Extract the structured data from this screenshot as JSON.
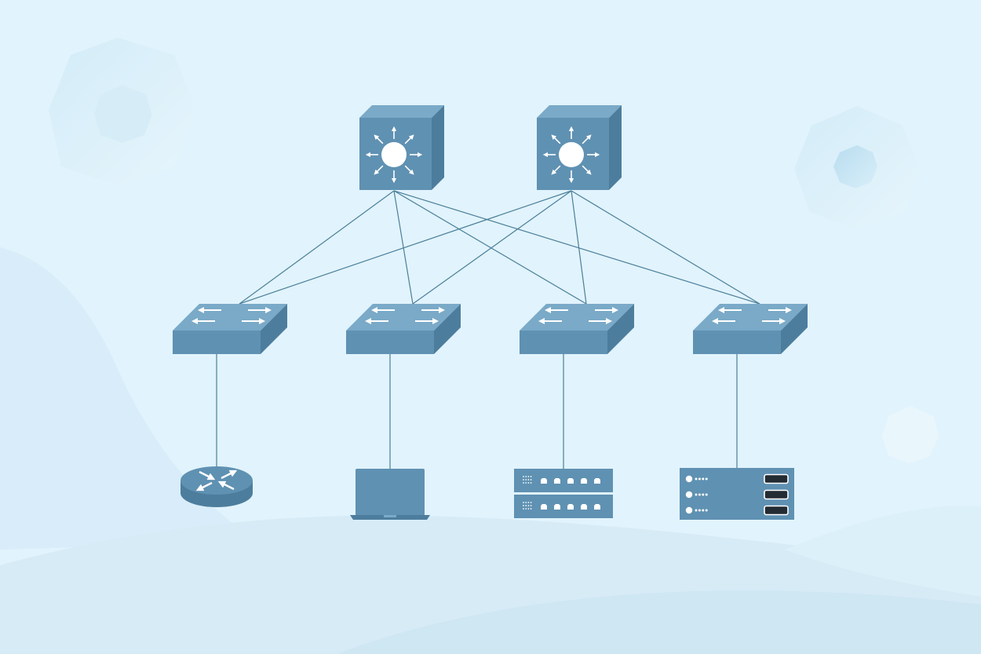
{
  "diagram": {
    "kind": "network-topology",
    "colors": {
      "background": "#e1f3fc",
      "device_front": "#5f91b2",
      "device_top": "#7aaac8",
      "device_side": "#4d7d9d",
      "link": "#4a7f99",
      "icon": "#ffffff"
    },
    "nodes": [
      {
        "id": "core-1",
        "type": "layer3-switch",
        "icon": "multilayer-switch-icon"
      },
      {
        "id": "core-2",
        "type": "layer3-switch",
        "icon": "multilayer-switch-icon"
      },
      {
        "id": "access-1",
        "type": "switch",
        "icon": "workgroup-switch-icon"
      },
      {
        "id": "access-2",
        "type": "switch",
        "icon": "workgroup-switch-icon"
      },
      {
        "id": "access-3",
        "type": "switch",
        "icon": "workgroup-switch-icon"
      },
      {
        "id": "access-4",
        "type": "switch",
        "icon": "workgroup-switch-icon"
      },
      {
        "id": "router",
        "type": "router",
        "icon": "router-icon"
      },
      {
        "id": "laptop",
        "type": "laptop",
        "icon": "laptop-icon"
      },
      {
        "id": "patch-panel",
        "type": "patch-panel",
        "icon": "patch-panel-icon"
      },
      {
        "id": "server",
        "type": "server",
        "icon": "server-icon"
      }
    ],
    "links": [
      {
        "from": "core-1",
        "to": "access-1"
      },
      {
        "from": "core-1",
        "to": "access-2"
      },
      {
        "from": "core-1",
        "to": "access-3"
      },
      {
        "from": "core-1",
        "to": "access-4"
      },
      {
        "from": "core-2",
        "to": "access-1"
      },
      {
        "from": "core-2",
        "to": "access-2"
      },
      {
        "from": "core-2",
        "to": "access-3"
      },
      {
        "from": "core-2",
        "to": "access-4"
      },
      {
        "from": "access-1",
        "to": "router"
      },
      {
        "from": "access-2",
        "to": "laptop"
      },
      {
        "from": "access-3",
        "to": "patch-panel"
      },
      {
        "from": "access-4",
        "to": "server"
      }
    ]
  }
}
